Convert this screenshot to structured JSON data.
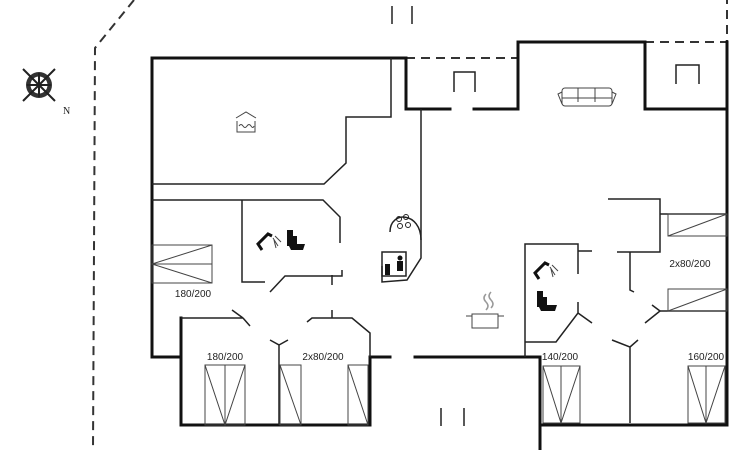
{
  "plan": {
    "compass_label": "N",
    "rooms": {
      "bedroom_left": "180/200",
      "bedroom_bottom_left": "180/200",
      "bedroom_bottom_mid": "2x80/200",
      "bedroom_right_upper": "2x80/200",
      "bedroom_bottom_right_a": "140/200",
      "bedroom_bottom_right_b": "160/200"
    },
    "icons": [
      "compass-icon",
      "pool-icon",
      "sofa-icon",
      "shower-icon",
      "toilet-icon",
      "hob-icon",
      "sauna-icon",
      "cooking-pot-icon"
    ]
  }
}
